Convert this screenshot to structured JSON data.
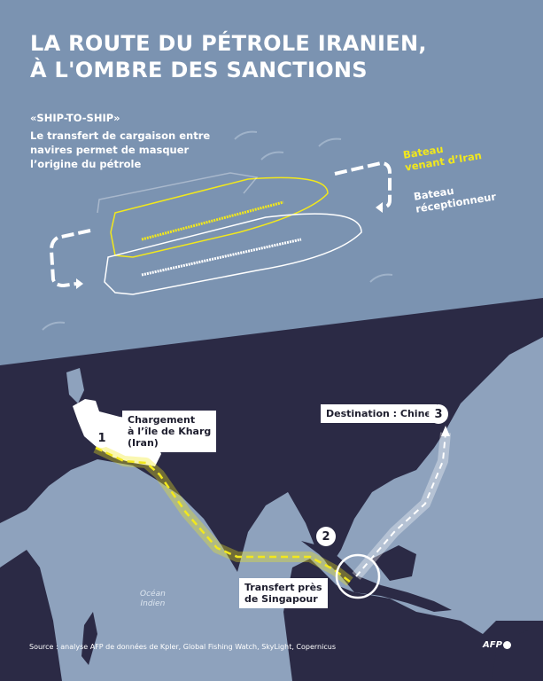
{
  "title": [
    "LA ROUTE DU PÉTROLE IRANIEN,",
    "À L'OMBRE DES SANCTIONS"
  ],
  "ship_to_ship": {
    "kicker": "«SHIP-TO-SHIP»",
    "description": "Le transfert de cargaison entre navires permet de masquer l’origine du pétrole",
    "label_iran_ship": [
      "Bateau",
      "venant d’Iran"
    ],
    "label_receiving_ship": [
      "Bateau",
      "réceptionneur"
    ]
  },
  "map": {
    "steps": [
      {
        "number": "1",
        "label": [
          "Chargement",
          "à l’île de Kharg",
          "(Iran)"
        ]
      },
      {
        "number": "2",
        "label": [
          "Transfert près",
          "de Singapour"
        ]
      },
      {
        "number": "3",
        "label": [
          "Destination : Chine"
        ]
      }
    ],
    "ocean_label": [
      "Océan",
      "Indien"
    ],
    "colors": {
      "land": "#2b2a45",
      "sea": "#8ea2bd",
      "iran_route": "#f2e81c",
      "china_route": "#ffffff",
      "header_bg": "#7b93b1"
    }
  },
  "source": "Source : analyse AFP de données de Kpler, Global Fishing Watch, SkyLight, Copernicus",
  "credit": "AFP"
}
